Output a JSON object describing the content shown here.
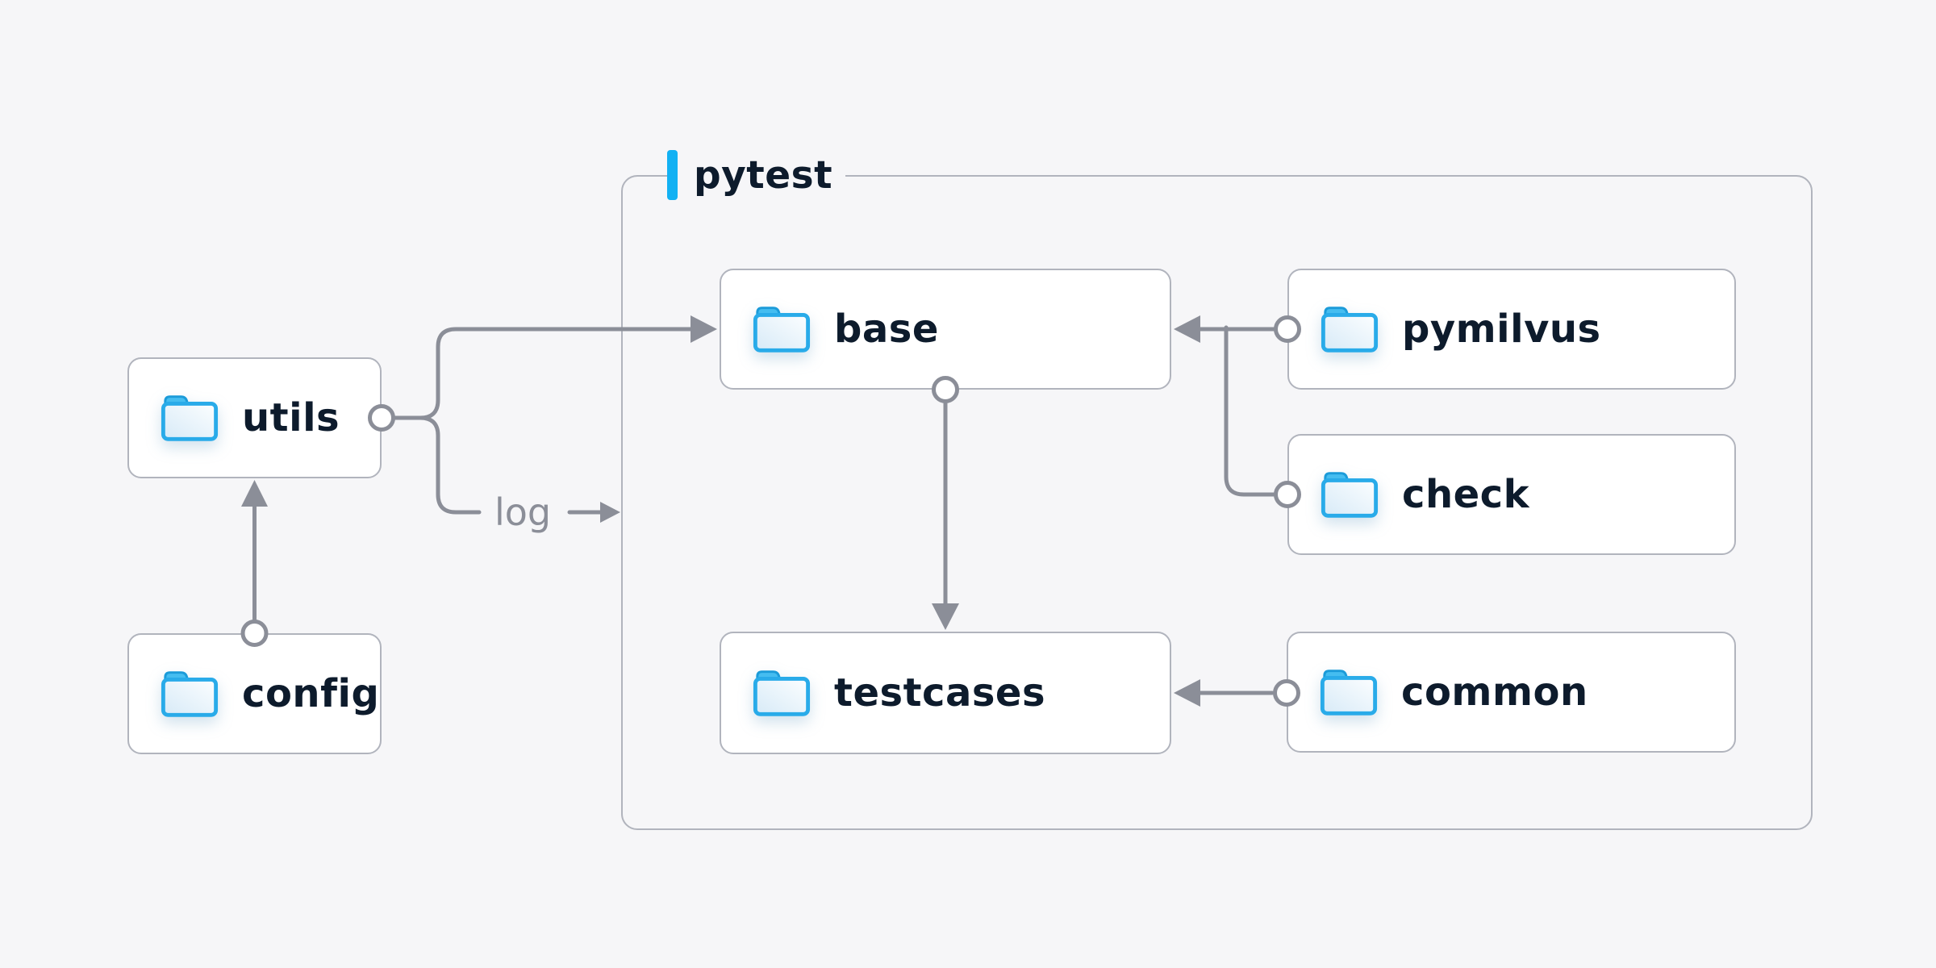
{
  "group": {
    "label": "pytest"
  },
  "nodes": [
    {
      "id": "utils",
      "label": "utils"
    },
    {
      "id": "config",
      "label": "config"
    },
    {
      "id": "base",
      "label": "base"
    },
    {
      "id": "pymilvus",
      "label": "pymilvus"
    },
    {
      "id": "check",
      "label": "check"
    },
    {
      "id": "testcases",
      "label": "testcases"
    },
    {
      "id": "common",
      "label": "common"
    }
  ],
  "edges": {
    "log_label": "log",
    "list": [
      {
        "from": "config",
        "to": "utils"
      },
      {
        "from": "utils",
        "to": "base"
      },
      {
        "from": "utils",
        "to": "pytest",
        "label": "log"
      },
      {
        "from": "pymilvus",
        "to": "base"
      },
      {
        "from": "check",
        "to": "base"
      },
      {
        "from": "base",
        "to": "testcases"
      },
      {
        "from": "common",
        "to": "testcases"
      }
    ]
  },
  "icons": {
    "node_icon": "folder-icon"
  },
  "colors": {
    "background": "#f6f6f8",
    "node_background": "#ffffff",
    "node_border": "#b1b4bd",
    "node_text": "#0d1b2c",
    "connector": "#8b8e98",
    "accent_bar": "#12b1f3",
    "folder_stroke": "#29abe9",
    "folder_tab": "#45bdf0"
  }
}
